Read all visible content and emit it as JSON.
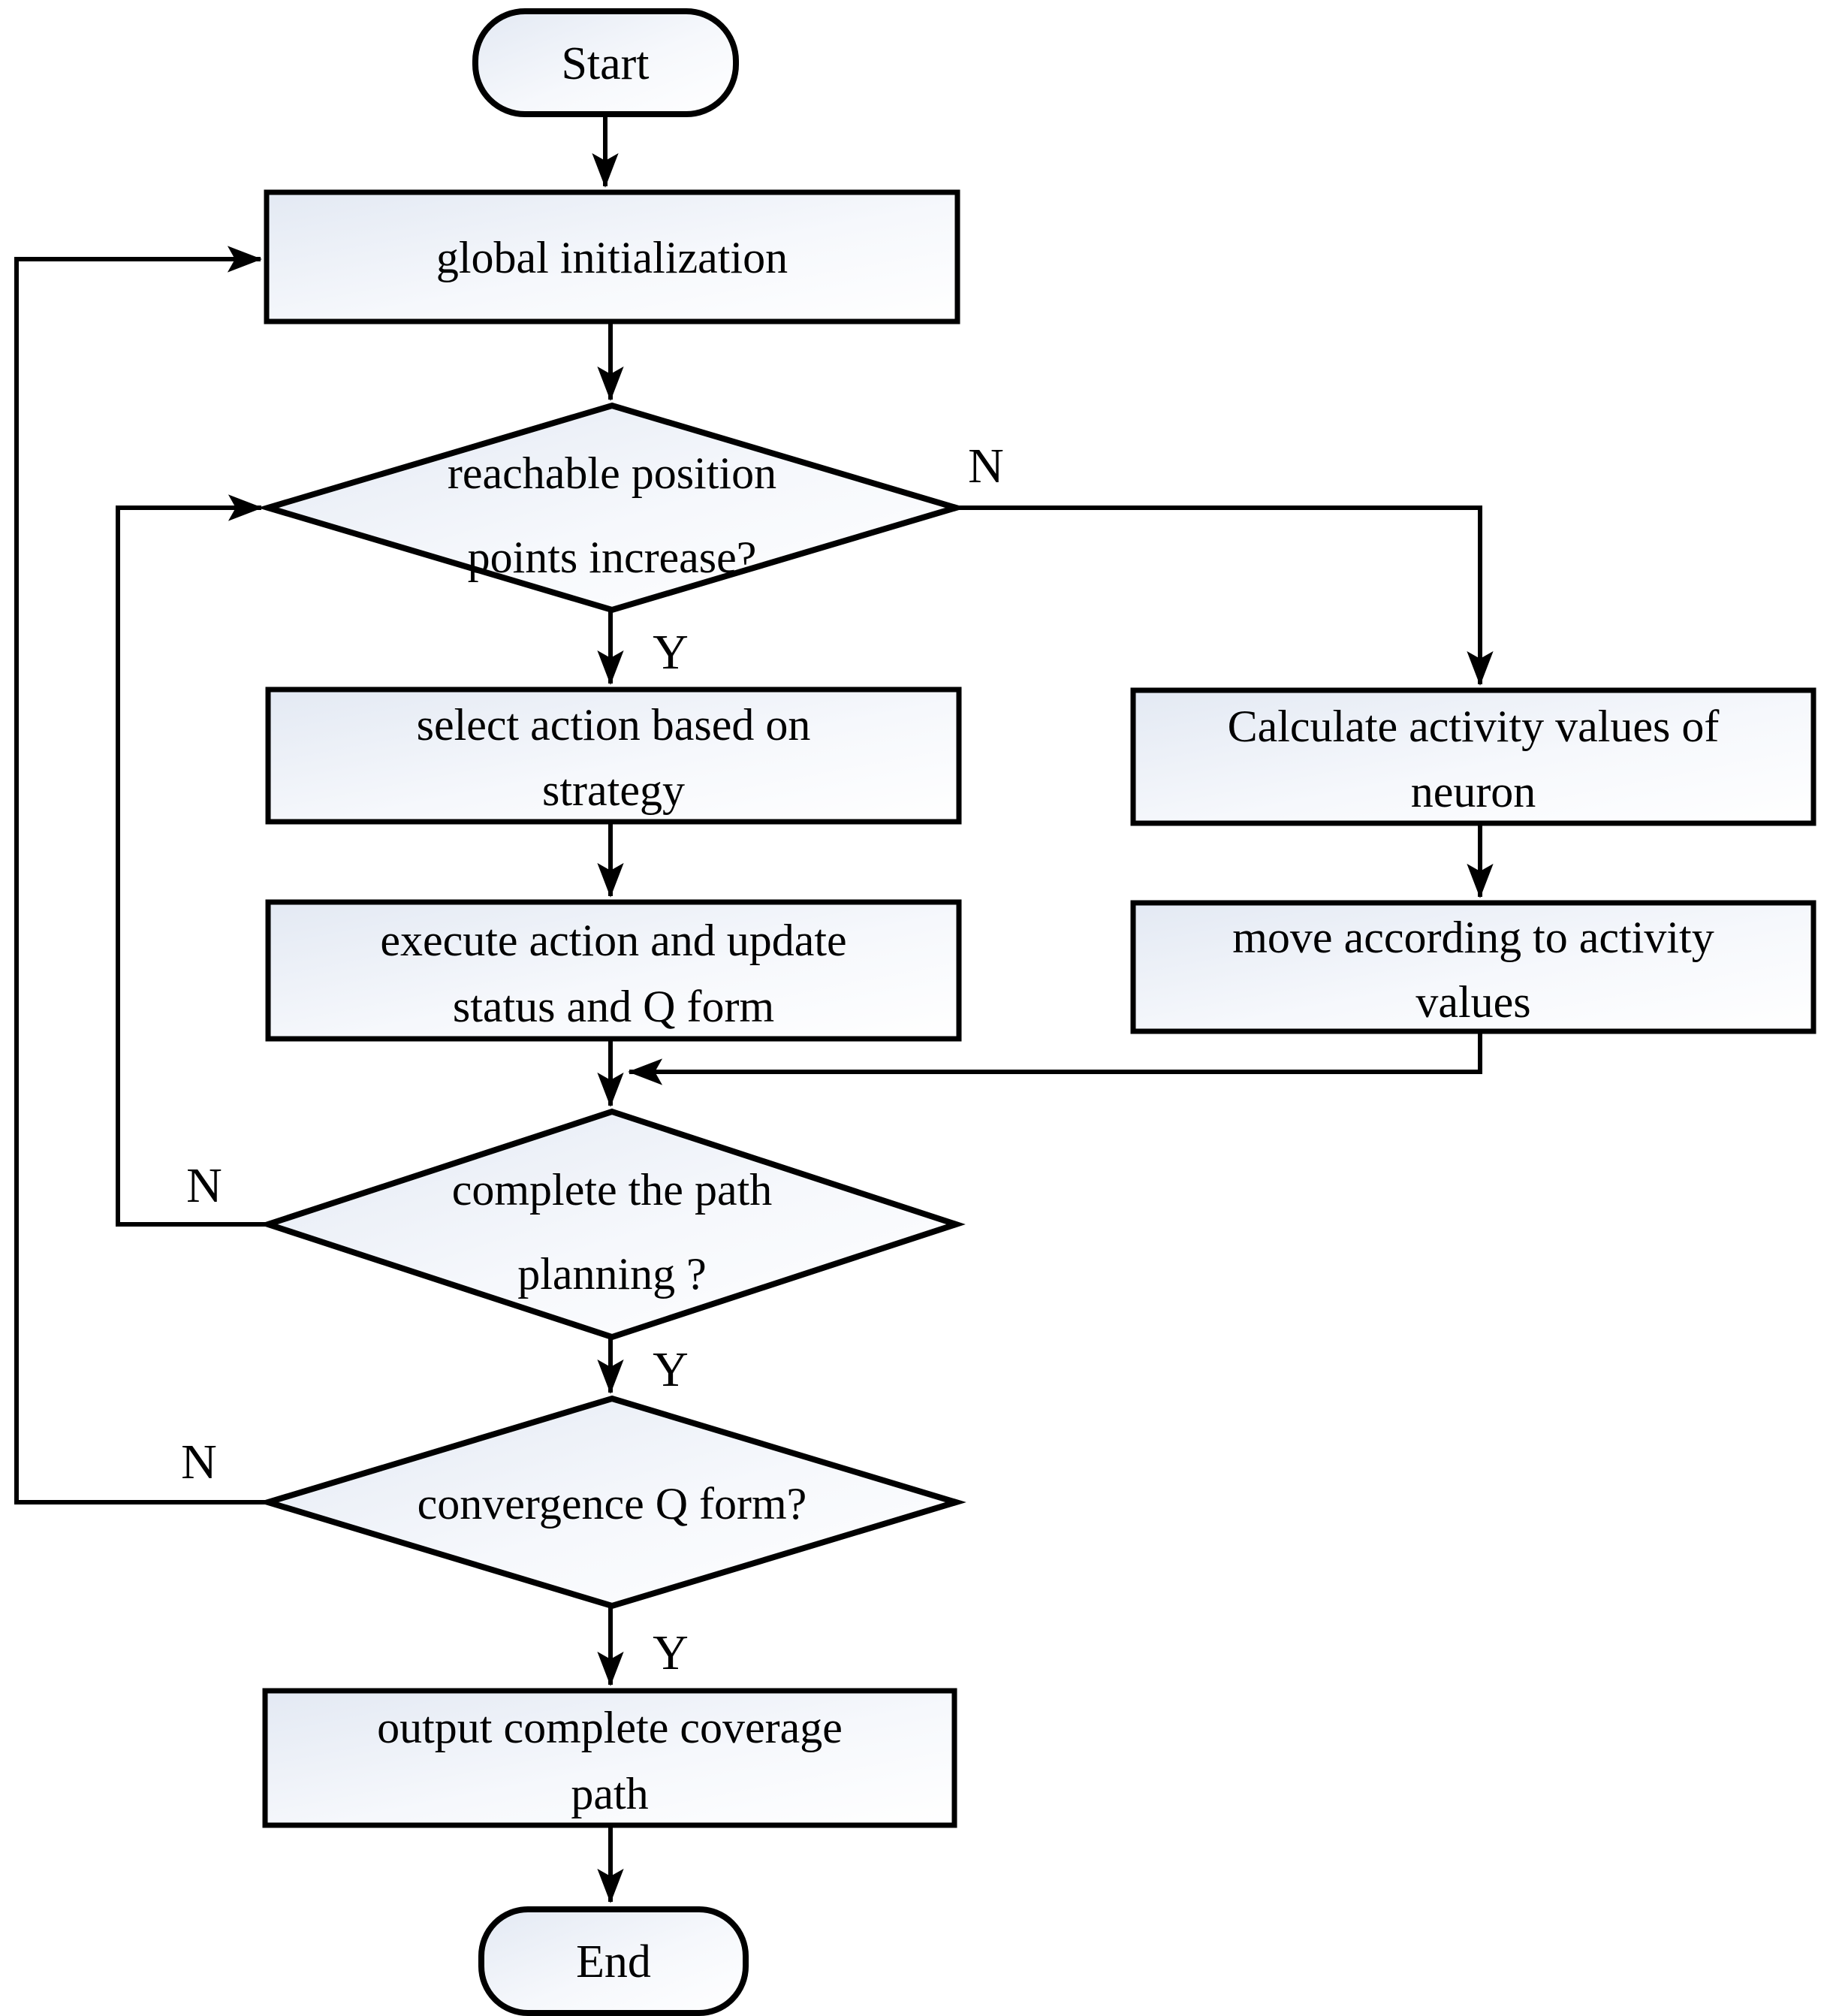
{
  "diagram": {
    "type": "flowchart",
    "colors": {
      "background": "#ffffff",
      "stroke": "#000000",
      "shape_fill_start": "#e3e9f3",
      "shape_fill_end": "#ffffff",
      "text": "#000000"
    },
    "nodes": {
      "start": {
        "label": "Start",
        "shape": "terminator"
      },
      "global_init": {
        "label": "global initialization",
        "shape": "process"
      },
      "reachable": {
        "line1": "reachable position",
        "line2": "points increase?",
        "shape": "decision"
      },
      "select_action": {
        "line1": "select action based on",
        "line2": "strategy",
        "shape": "process"
      },
      "execute_action": {
        "line1": "execute action and update",
        "line2": "status and Q form",
        "shape": "process"
      },
      "calc_activity": {
        "line1": "Calculate activity values of",
        "line2": "neuron",
        "shape": "process"
      },
      "move_activity": {
        "line1": "move according to activity",
        "line2": "values",
        "shape": "process"
      },
      "complete_path": {
        "line1": "complete the path",
        "line2": "planning ?",
        "shape": "decision"
      },
      "convergence": {
        "label": "convergence Q form?",
        "shape": "decision"
      },
      "output_path": {
        "line1": "output complete coverage",
        "line2": "path",
        "shape": "process"
      },
      "end": {
        "label": "End",
        "shape": "terminator"
      }
    },
    "edge_labels": {
      "reachable_no": "N",
      "reachable_yes": "Y",
      "complete_no": "N",
      "complete_yes": "Y",
      "convergence_no": "N",
      "convergence_yes": "Y"
    }
  }
}
